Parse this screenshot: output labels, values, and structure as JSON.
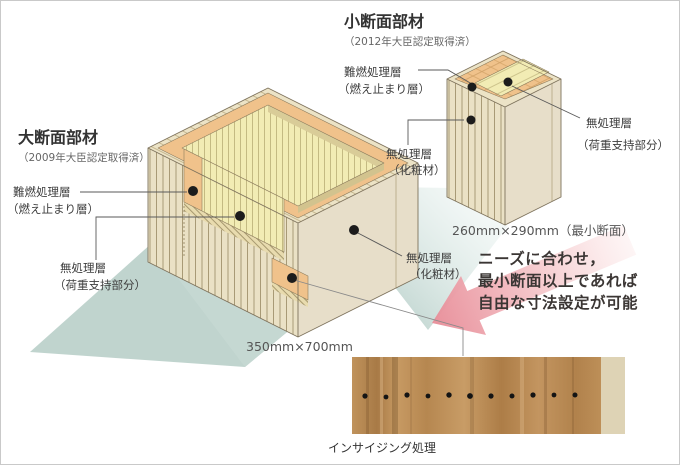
{
  "colors": {
    "fire_layer": "#f0c28b",
    "core": "#f2ecb4",
    "wood": "#eae1c5",
    "wood_end": "#e7dec9",
    "wood_top": "#ece3c6",
    "teal": "#b9cfc9",
    "arrow_pink": "#e88e99",
    "photo_brown": "#b98b55",
    "text_dark": "#333333",
    "text_gray": "#666666",
    "callout_text": "#3b3634"
  },
  "large_member": {
    "title": "大断面部材",
    "certification": "（2009年大臣認定取得済）",
    "dimension": "350mm×700mm"
  },
  "small_member": {
    "title": "小断面部材",
    "certification": "（2012年大臣認定取得済）",
    "dimension": "260mm×290mm（最小断面）"
  },
  "layers": {
    "fire": [
      "難燃処理層",
      "（燃え止まり層）"
    ],
    "load": [
      "無処理層",
      "（荷重支持部分）"
    ],
    "finish": [
      "無処理層",
      "（化粧材）"
    ]
  },
  "callout": {
    "lines": [
      "ニーズに合わせ，",
      "最小断面以上であれば",
      "自由な寸法設定が可能"
    ]
  },
  "photo": {
    "caption": "インサイジング処理"
  }
}
